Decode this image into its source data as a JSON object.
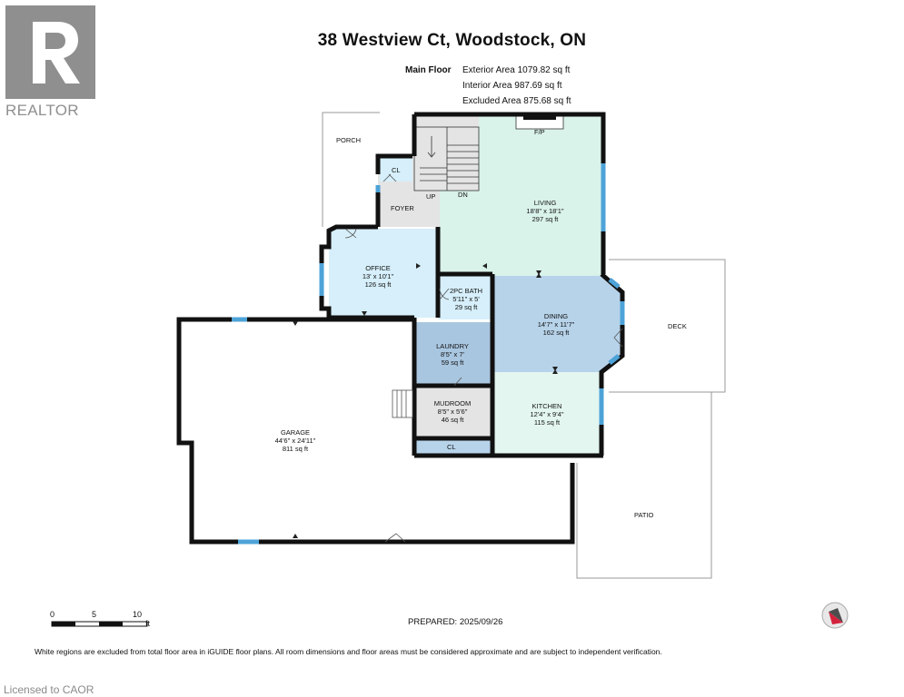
{
  "title": "38 Westview Ct, Woodstock, ON",
  "floor": "Main Floor",
  "areas": [
    {
      "label": "Exterior Area",
      "value": "1079.82 sq ft"
    },
    {
      "label": "Interior Area",
      "value": "987.69 sq ft"
    },
    {
      "label": "Excluded Area",
      "value": "875.68 sq ft"
    }
  ],
  "logo_text": "REALTOR",
  "rooms": [
    {
      "name": "LIVING",
      "dims": "18'8\" x 18'1\"",
      "sqft": "297 sq ft"
    },
    {
      "name": "OFFICE",
      "dims": "13' x 10'1\"",
      "sqft": "126 sq ft"
    },
    {
      "name": "2PC BATH",
      "dims": "5'11\" x 5'",
      "sqft": "29 sq ft"
    },
    {
      "name": "DINING",
      "dims": "14'7\" x 11'7\"",
      "sqft": "162 sq ft"
    },
    {
      "name": "LAUNDRY",
      "dims": "8'5\" x 7'",
      "sqft": "59 sq ft"
    },
    {
      "name": "MUDROOM",
      "dims": "8'5\" x 5'6\"",
      "sqft": "46 sq ft"
    },
    {
      "name": "KITCHEN",
      "dims": "12'4\" x 9'4\"",
      "sqft": "115 sq ft"
    },
    {
      "name": "GARAGE",
      "dims": "44'6\" x 24'11\"",
      "sqft": "811 sq ft"
    }
  ],
  "labels": {
    "porch": "PORCH",
    "foyer": "FOYER",
    "cl_top": "CL",
    "cl_bottom": "CL",
    "up": "UP",
    "dn": "DN",
    "fp": "F/P",
    "deck": "DECK",
    "patio": "PATIO"
  },
  "scale": {
    "ticks": [
      "0",
      "5",
      "10"
    ],
    "unit": "ft"
  },
  "prepared": "PREPARED: 2025/09/26",
  "disclaimer": "White regions are excluded from total floor area in iGUIDE floor plans. All room dimensions and floor areas must be considered approximate and are subject to independent verification.",
  "licensed": "Licensed to CAOR",
  "colors": {
    "wall": "#111111",
    "living": "#d9f2ea",
    "office": "#d6effa",
    "dining": "#b7d3ea",
    "laundry": "#a9c6e0",
    "kitchen": "#e3f6f0",
    "service": "#e4e4e4",
    "window": "#4da3d8",
    "logo": "#8f8f8f"
  }
}
